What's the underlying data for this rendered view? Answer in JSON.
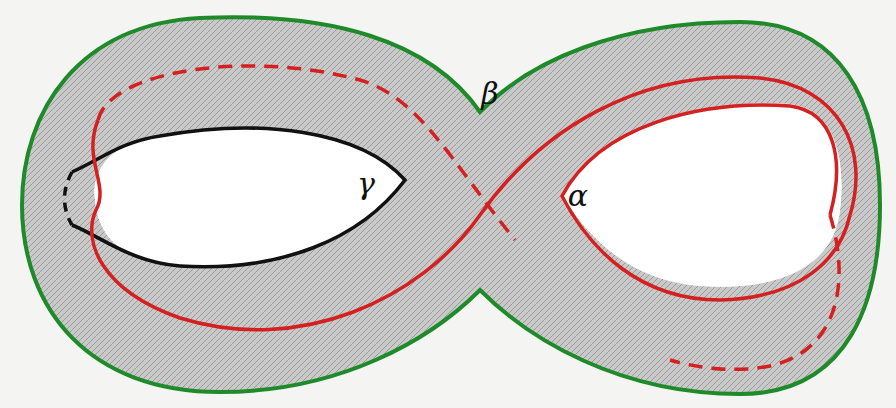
{
  "diagram": {
    "labels": [
      "β",
      "γ",
      "α"
    ]
  }
}
